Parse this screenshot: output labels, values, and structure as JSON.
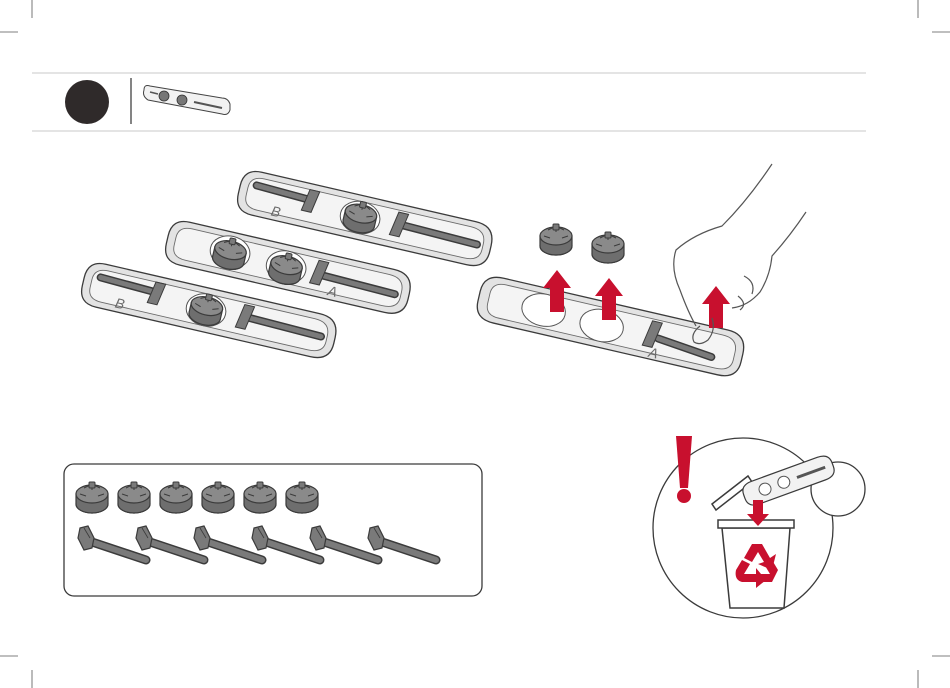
{
  "step": {
    "number": "",
    "badge_color": "#2f2a2a"
  },
  "labels": {
    "part_b": "B",
    "part_a": "A"
  },
  "counts": {
    "knobs": 6,
    "rods": 6
  },
  "colors": {
    "accent_red": "#c8102e",
    "part_gray": "#8a8a8a",
    "tray_gray": "#e6e6e6",
    "outline": "#3b3b3b"
  },
  "icons": {
    "warning": "exclamation-icon",
    "recycle": "recycle-icon",
    "trash": "trash-can-icon"
  }
}
